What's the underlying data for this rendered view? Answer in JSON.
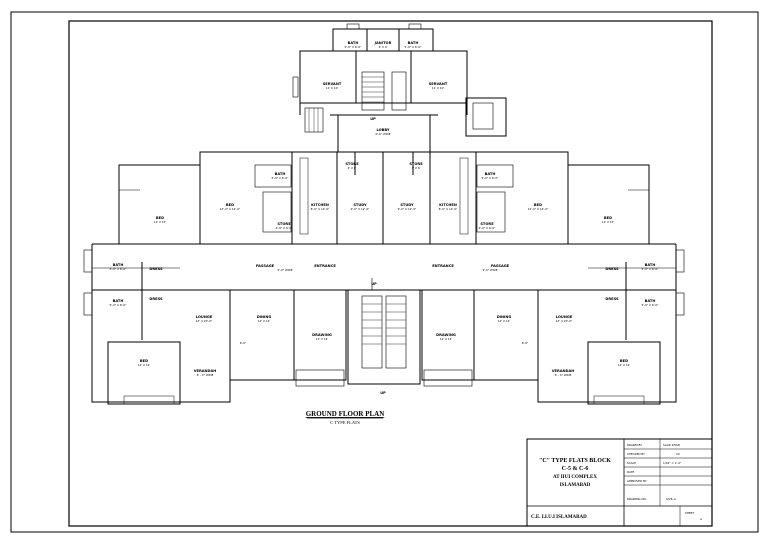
{
  "drawing": {
    "title": "GROUND FLOOR PLAN",
    "subtitle": "C TYPE FLATS"
  },
  "rooms": {
    "bath_top_left": "BATH",
    "bath_top_left_size": "5'-0\" X 6'-0\"",
    "janitor": "JANITOR",
    "janitor_size": "4' X 4'",
    "bath_top_right": "BATH",
    "bath_top_right_size": "5'-0\" X 6'-0\"",
    "servant_left": "SERVANT",
    "servant_left_size": "11' X 10'",
    "servant_right": "SERVANT",
    "servant_right_size": "11' X 10'",
    "up_top": "UP",
    "lobby": "LOBBY",
    "lobby_size": "6'-6\" WIDE",
    "store_left": "STORE",
    "store_left_size": "4' X 6'",
    "store_right": "STORE",
    "store_right_size": "4' X 6'",
    "bath_left": "BATH",
    "bath_left_size": "5'-0\" X 6'-0\"",
    "bath_right": "BATH",
    "bath_right_size": "5'-0\" X 6'-0\"",
    "bed_left_inner": "BED",
    "bed_left_inner_size": "12'-0\" X 14'-0\"",
    "bed_right_inner": "BED",
    "bed_right_inner_size": "12'-0\" X 14'-0\"",
    "kitchen_left": "KITCHEN",
    "kitchen_left_size": "8'-0\" X 14'-0\"",
    "kitchen_right": "KITCHEN",
    "kitchen_right_size": "8'-0\" X 14'-0\"",
    "study_left": "STUDY",
    "study_left_size": "9'-0\" X 12'-0\"",
    "study_right": "STUDY",
    "study_right_size": "9'-0\" X 12'-0\"",
    "bed_left_outer": "BED",
    "bed_left_outer_size": "12' X 15'",
    "bed_right_outer": "BED",
    "bed_right_outer_size": "12' X 15'",
    "store_mid_left": "STORE",
    "store_mid_left_size": "4'-0\" X 6'-0\"",
    "store_mid_right": "STORE",
    "store_mid_right_size": "4'-0\" X 6'-0\"",
    "passage_left": "PASSAGE",
    "passage_left_size": "5'-0\" WIDE",
    "entrance_left": "ENTRANCE",
    "entrance_right": "ENTRANCE",
    "passage_right": "PASSAGE",
    "passage_right_size": "5'-0\" WIDE",
    "up_mid": "UP",
    "bath_far_left_1": "BATH",
    "bath_far_left_1_size": "5'-0\" X 6'-0\"",
    "dress_left_1": "DRESS",
    "bath_far_right_1": "BATH",
    "bath_far_right_1_size": "5'-0\" X 6'-0\"",
    "dress_right_1": "DRESS",
    "bath_far_left_2": "BATH",
    "bath_far_left_2_size": "5'-0\" X 6'-0\"",
    "dress_left_2": "DRESS",
    "bath_far_right_2": "BATH",
    "bath_far_right_2_size": "5'-0\" X 6'-0\"",
    "dress_right_2": "DRESS",
    "lounge_left": "LOUNGE",
    "lounge_left_size": "12' X 20'-0\"",
    "lounge_right": "LOUNGE",
    "lounge_right_size": "12' X 20'-0\"",
    "dining_left": "DINING",
    "dining_left_size": "12' X 14'",
    "dining_right": "DINING",
    "dining_right_size": "12' X 14'",
    "drawing_left": "DRAWING",
    "drawing_left_size": "12' X 14'",
    "drawing_right": "DRAWING",
    "drawing_right_size": "12' X 14'",
    "bed_bottom_left": "BED",
    "bed_bottom_left_size": "12' X 14'",
    "bed_bottom_right": "BED",
    "bed_bottom_right_size": "12' X 14'",
    "verandah_left": "VERANDAH",
    "verandah_left_size": "6' - 0\" WIDE",
    "verandah_right": "VERANDAH",
    "verandah_right_size": "6' - 0\" WIDE",
    "up_bottom": "UP",
    "dim_left": "6'-0\"",
    "dim_right": "6'-0\""
  },
  "title_block": {
    "project_line1": "\"C\" TYPE FLATS BLOCK",
    "project_line2": "C-5 & C-6",
    "project_line3": "AT IIUI COMPLEX",
    "project_line4": "ISLAMABAD",
    "drawn_label": "DRAWN BY",
    "drawn_value": "SAAD KHAN",
    "checked_label": "CHECKED BY",
    "checked_value": "XX",
    "scale_label": "SCALE",
    "scale_value": "1/16\" = 1'-0\"",
    "date_label": "DATE",
    "approved_label": "APPROVED BY",
    "drawing_no_label": "DRAWING NO.",
    "drawing_no_value": "CIVIL-A",
    "footer_left": "C.E. I.I.U.I ISLAMABAD",
    "sheet_label": "SHEET",
    "sheet_value": "A"
  }
}
